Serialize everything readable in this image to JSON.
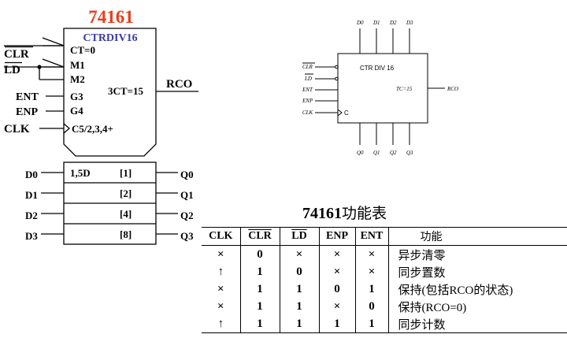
{
  "left_symbol": {
    "part_number": "74161",
    "block_name": "CTRDIV16",
    "inputs": [
      {
        "label": "CLR",
        "inverted": true,
        "qualifier": "CT=0"
      },
      {
        "label": "LD",
        "inverted": true,
        "qualifier": "M1"
      },
      {
        "label": "",
        "inverted": false,
        "qualifier": "M2"
      },
      {
        "label": "ENT",
        "inverted": false,
        "qualifier": "G3"
      },
      {
        "label": "ENP",
        "inverted": false,
        "qualifier": "G4"
      },
      {
        "label": "CLK",
        "inverted": false,
        "qualifier": "C5/2,3,4+"
      }
    ],
    "carry_condition": "3CT=15",
    "carry_output": "RCO",
    "data_inputs": [
      "D0",
      "D1",
      "D2",
      "D3"
    ],
    "data_qualifiers": [
      "1,5D",
      "[1]",
      "[2]",
      "[4]",
      "[8]"
    ],
    "outputs": [
      "Q0",
      "Q1",
      "Q2",
      "Q3"
    ]
  },
  "right_symbol": {
    "block_name": "CTR DIV 16",
    "top_inputs": [
      "D0",
      "D1",
      "D2",
      "D3"
    ],
    "left_inputs": [
      "CLR",
      "LD",
      "ENT",
      "ENP",
      "CLK"
    ],
    "clock_label": "C",
    "carry_condition": "TC=15",
    "carry_output": "RCO",
    "bottom_outputs": [
      "Q0",
      "Q1",
      "Q2",
      "Q3"
    ]
  },
  "function_table": {
    "title_code": "74161",
    "title_text": "功能表",
    "headers": {
      "clk": "CLK",
      "clr": "CLR",
      "ld": "LD",
      "enp": "ENP",
      "ent": "ENT",
      "function": "功能"
    },
    "rows": [
      {
        "clk": "×",
        "clr": "0",
        "ld": "×",
        "enp": "×",
        "ent": "×",
        "function": "异步清零"
      },
      {
        "clk": "↑",
        "clr": "1",
        "ld": "0",
        "enp": "×",
        "ent": "×",
        "function": "同步置数"
      },
      {
        "clk": "×",
        "clr": "1",
        "ld": "1",
        "enp": "0",
        "ent": "1",
        "function": "保持(包括RCO的状态)"
      },
      {
        "clk": "×",
        "clr": "1",
        "ld": "1",
        "enp": "×",
        "ent": "0",
        "function": "保持(RCO=0)"
      },
      {
        "clk": "↑",
        "clr": "1",
        "ld": "1",
        "enp": "1",
        "ent": "1",
        "function": "同步计数"
      }
    ]
  },
  "colors": {
    "part_number": "#e8401c",
    "block_name": "#3a3aa8",
    "line": "#000000"
  }
}
